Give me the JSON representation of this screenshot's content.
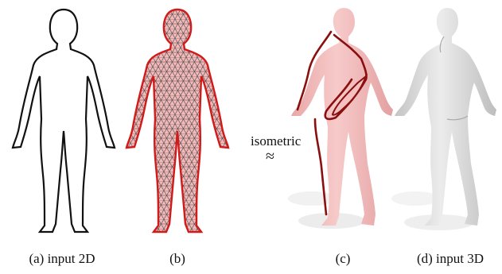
{
  "figure": {
    "captions": {
      "a": "(a) input 2D",
      "b": "(b)",
      "c": "(c)",
      "d": "(d) input 3D"
    },
    "relation": {
      "word": "isometric",
      "symbol": "≈"
    },
    "colors": {
      "outline": "#111111",
      "mesh_fill": "#f3b8b8",
      "mesh_edge": "#444444",
      "boundary": "#d11a1a",
      "pink_body": "#f2b6b6",
      "dark_red": "#8a1010",
      "grey_body": "#d2d2d2",
      "shadow": "#ececec"
    },
    "icons": [
      "human-outline-2d",
      "triangulated-mesh",
      "pink-3d-figure",
      "grey-3d-figure"
    ]
  }
}
